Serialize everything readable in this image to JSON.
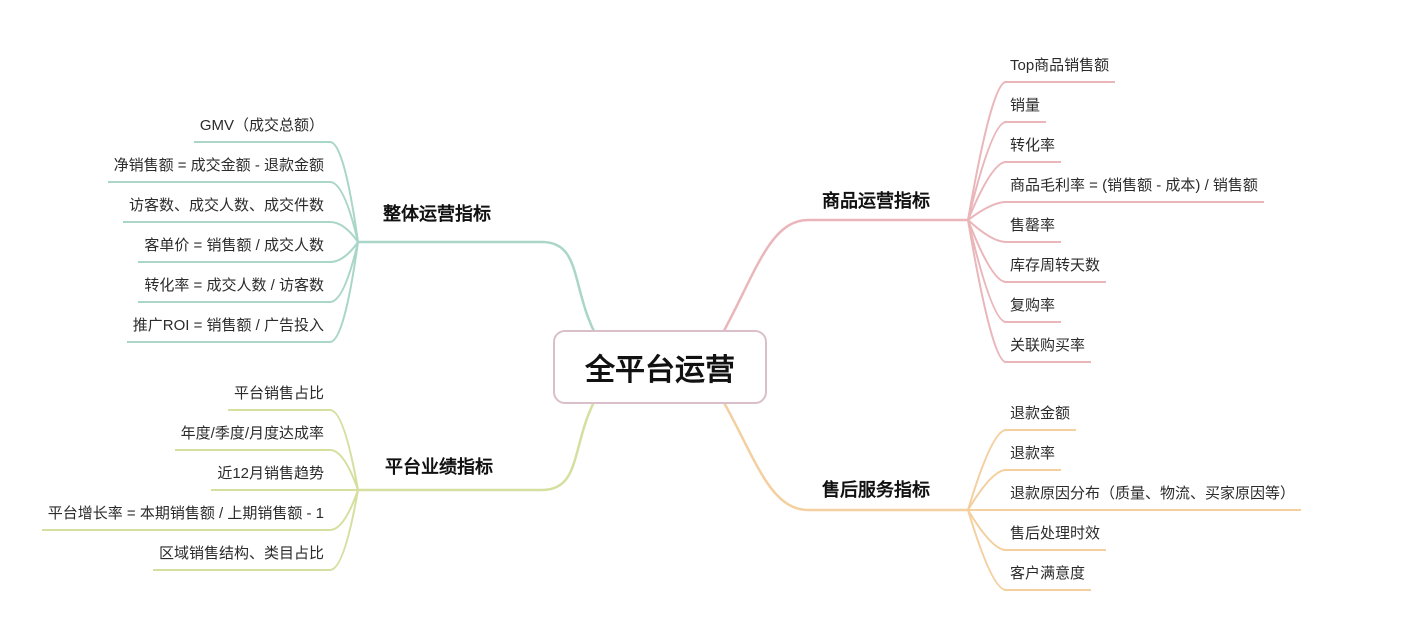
{
  "title": "全平台运营指标脑图",
  "center": {
    "label": "全平台运营",
    "border_color": "#d9bfca"
  },
  "branches": [
    {
      "label": "整体运营指标",
      "color": "#a9d6c8",
      "side": "left-top",
      "children": [
        "GMV（成交总额）",
        "净销售额 = 成交金额 - 退款金额",
        "访客数、成交人数、成交件数",
        "客单价 = 销售额 / 成交人数",
        "转化率 = 成交人数 / 访客数",
        "推广ROI = 销售额 / 广告投入"
      ]
    },
    {
      "label": "平台业绩指标",
      "color": "#d6df9f",
      "side": "left-bottom",
      "children": [
        "平台销售占比",
        "年度/季度/月度达成率",
        "近12月销售趋势",
        "平台增长率 = 本期销售额 / 上期销售额 - 1",
        "区域销售结构、类目占比"
      ]
    },
    {
      "label": "商品运营指标",
      "color": "#eab6ba",
      "side": "right-top",
      "children": [
        "Top商品销售额",
        "销量",
        "转化率",
        "商品毛利率 = (销售额 - 成本) / 销售额",
        "售罄率",
        "库存周转天数",
        "复购率",
        "关联购买率"
      ]
    },
    {
      "label": "售后服务指标",
      "color": "#f4cf9f",
      "side": "right-bottom",
      "children": [
        "退款金额",
        "退款率",
        "退款原因分布（质量、物流、买家原因等）",
        "售后处理时效",
        "客户满意度"
      ]
    }
  ]
}
